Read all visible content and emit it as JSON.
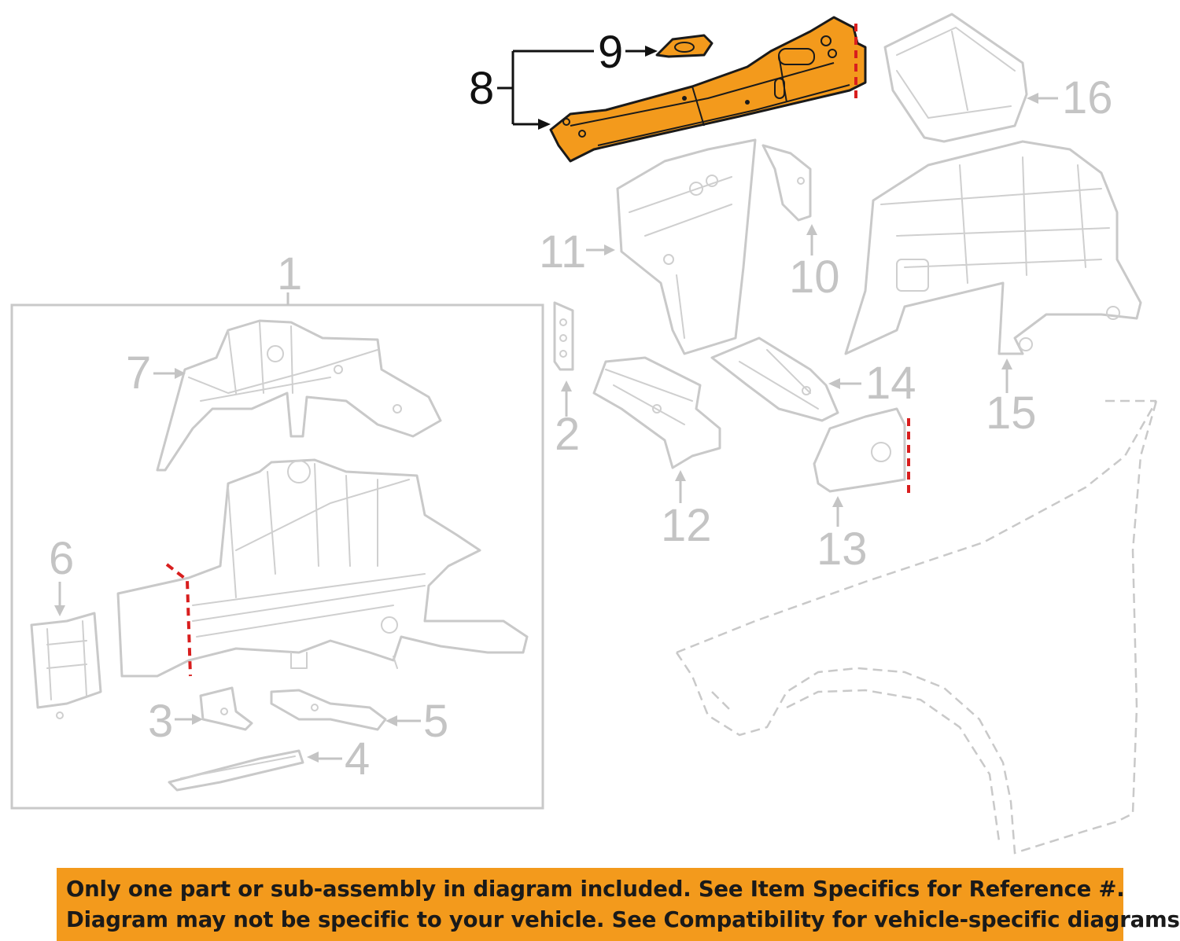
{
  "diagram": {
    "highlight_color": "#f39a1c",
    "callouts": {
      "c1": "1",
      "c2": "2",
      "c3": "3",
      "c4": "4",
      "c5": "5",
      "c6": "6",
      "c7": "7",
      "c8": "8",
      "c9": "9",
      "c10": "10",
      "c11": "11",
      "c12": "12",
      "c13": "13",
      "c14": "14",
      "c15": "15",
      "c16": "16"
    },
    "highlighted_part": "8"
  },
  "banner": {
    "line1": "Only one part or sub-assembly in diagram included. See Item Specifics for Reference #.",
    "line2": "Diagram may not be specific to your vehicle. See Compatibility for vehicle-specific diagrams.",
    "background": "#f39a1c"
  }
}
